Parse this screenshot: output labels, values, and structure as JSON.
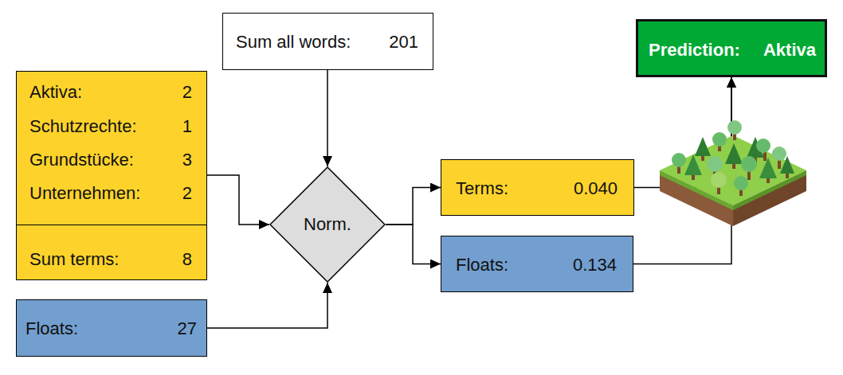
{
  "diagram": {
    "nodes": [
      {
        "text": [
          "Sum all words:",
          "201"
        ]
      },
      {
        "text": [
          "Aktiva:",
          "2",
          "Schutzrechte:",
          "1",
          "Grundstücke:",
          "3",
          "Unternehmen:",
          "2",
          "Sum terms:",
          "8"
        ]
      },
      {
        "text": [
          "Floats:",
          "27"
        ]
      },
      {
        "text": [
          "Norm."
        ]
      },
      {
        "text": [
          "Terms:",
          "0.040"
        ]
      },
      {
        "text": [
          "Floats:",
          "0.134"
        ]
      },
      {
        "text": [
          "Prediction:",
          "Aktiva"
        ]
      }
    ],
    "edges": [
      {
        "from": 0,
        "to": 3,
        "arrow": "to"
      },
      {
        "from": 1,
        "to": 3,
        "arrow": "to"
      },
      {
        "from": 2,
        "to": 3,
        "arrow": "to"
      },
      {
        "from": 3,
        "to": 4,
        "arrow": "to"
      },
      {
        "from": 3,
        "to": 5,
        "arrow": "to"
      },
      {
        "from": 4,
        "to": 6,
        "arrow": "to"
      },
      {
        "from": 5,
        "to": 6,
        "arrow": "to"
      }
    ]
  }
}
